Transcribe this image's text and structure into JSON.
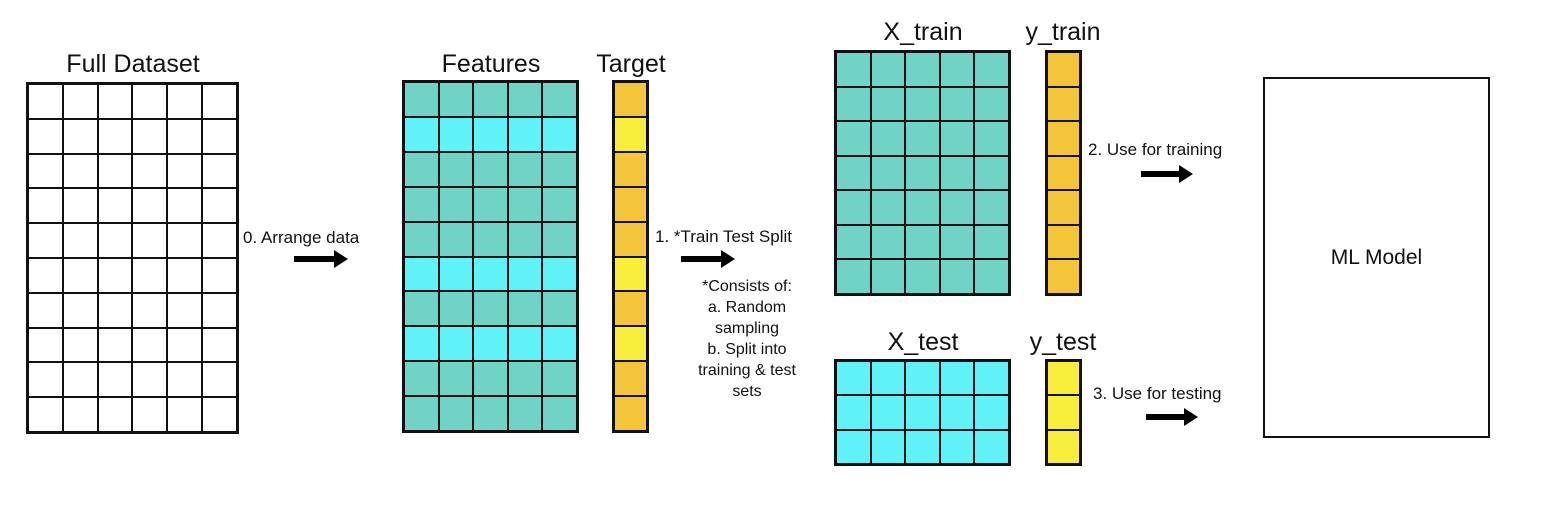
{
  "colors": {
    "feature_dark": "#6fd4c6",
    "feature_light": "#5ff2f6",
    "target_dark": "#f4c538",
    "target_light": "#f8ef3c",
    "empty": "#ffffff"
  },
  "blocks": {
    "full_dataset": {
      "title": "Full Dataset",
      "rows": 10,
      "cols": 6
    },
    "features": {
      "title": "Features",
      "rows": 10,
      "cols": 5,
      "row_tones": [
        "dark",
        "light",
        "dark",
        "dark",
        "dark",
        "light",
        "dark",
        "light",
        "dark",
        "dark"
      ]
    },
    "target": {
      "title": "Target",
      "rows": 10,
      "cols": 1,
      "row_tones": [
        "dark",
        "light",
        "dark",
        "dark",
        "dark",
        "light",
        "dark",
        "light",
        "dark",
        "dark"
      ]
    },
    "x_train": {
      "title": "X_train",
      "rows": 7,
      "cols": 5
    },
    "y_train": {
      "title": "y_train",
      "rows": 7,
      "cols": 1
    },
    "x_test": {
      "title": "X_test",
      "rows": 3,
      "cols": 5
    },
    "y_test": {
      "title": "y_test",
      "rows": 3,
      "cols": 1
    }
  },
  "steps": {
    "arrange": "0. Arrange data",
    "split": "1. *Train Test Split",
    "train": "2. Use for training",
    "test": "3. Use for testing"
  },
  "notes": {
    "consists_line1": "*Consists of:",
    "consists_line2": "a. Random",
    "consists_line3": "sampling",
    "consists_line4": "b. Split into",
    "consists_line5": "training & test",
    "consists_line6": "sets"
  },
  "model": {
    "label": "ML Model"
  }
}
